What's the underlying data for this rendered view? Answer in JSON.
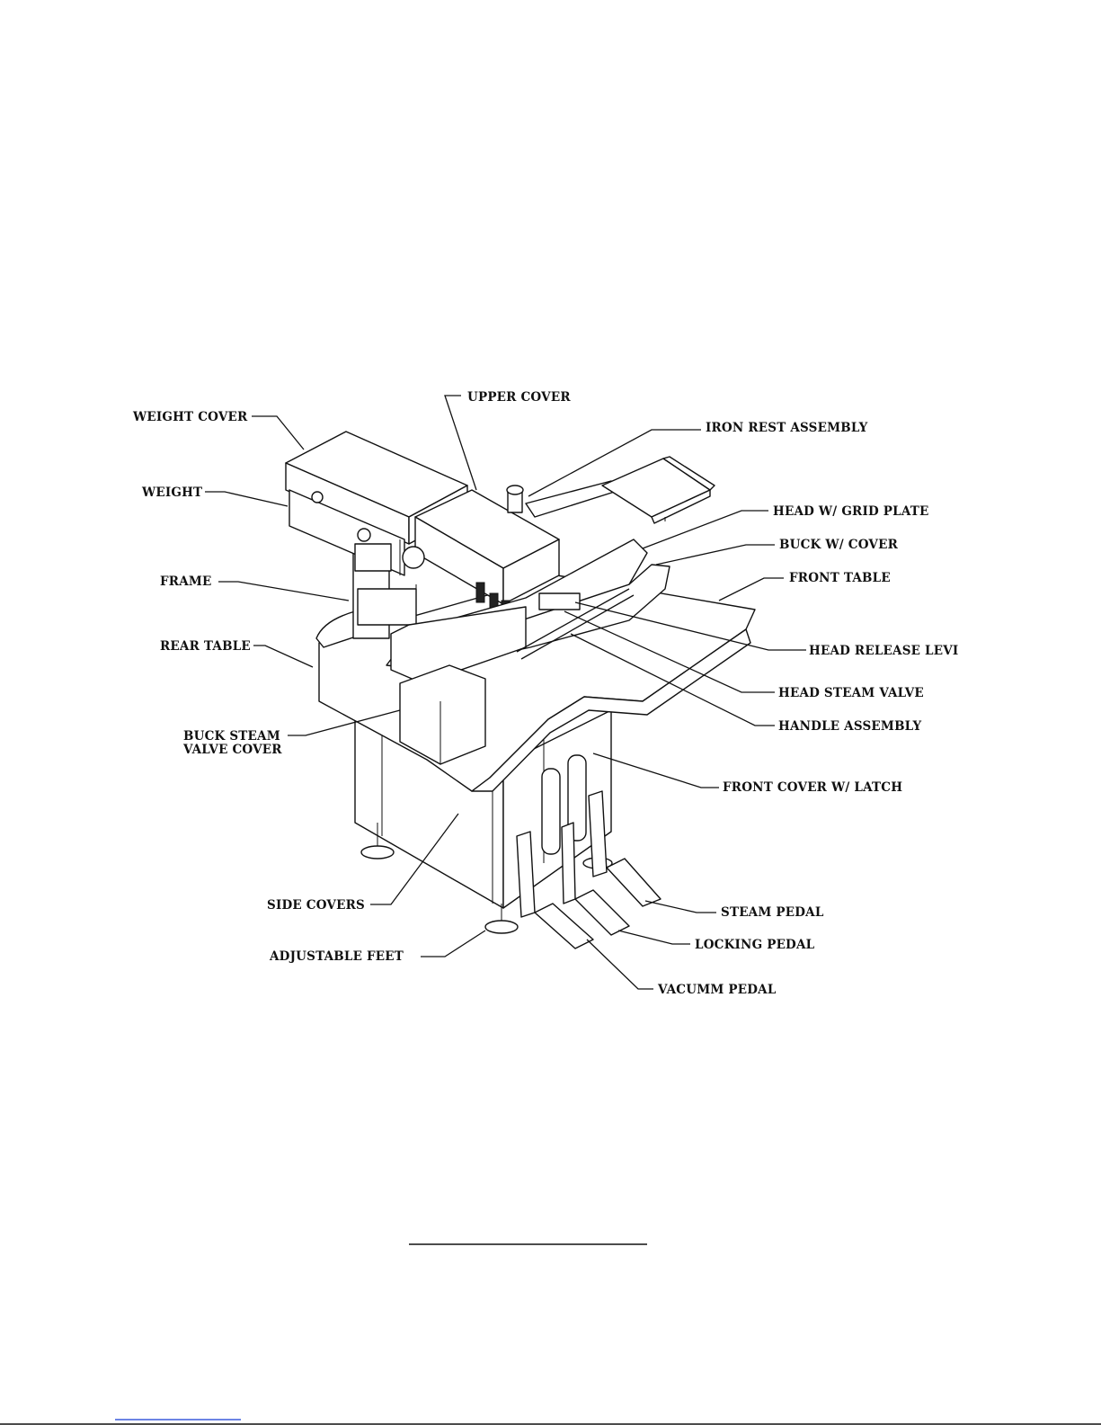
{
  "labels": {
    "upper_cover": "UPPER COVER",
    "weight_cover": "WEIGHT COVER",
    "iron_rest_assembly": "IRON REST ASSEMBLY",
    "weight": "WEIGHT",
    "head_w_grid_plate": "HEAD W/ GRID PLATE",
    "buck_w_cover": "BUCK W/ COVER",
    "frame": "FRAME",
    "front_table": "FRONT TABLE",
    "rear_table": "REAR TABLE",
    "head_release_lever": "HEAD RELEASE LEVI",
    "head_steam_valve": "HEAD STEAM VALVE",
    "handle_assembly": "HANDLE ASSEMBLY",
    "buck_steam_valve_cover_1": "BUCK STEAM",
    "buck_steam_valve_cover_2": "VALVE COVER",
    "front_cover_w_latch": "FRONT COVER W/ LATCH",
    "side_covers": "SIDE COVERS",
    "steam_pedal": "STEAM PEDAL",
    "locking_pedal": "LOCKING PEDAL",
    "adjustable_feet": "ADJUSTABLE FEET",
    "vacumm_pedal": "VACUMM PEDAL"
  },
  "colors": {
    "ink": "#111111",
    "paper": "#ffffff",
    "footer_link_line": "#3b5bdb"
  }
}
